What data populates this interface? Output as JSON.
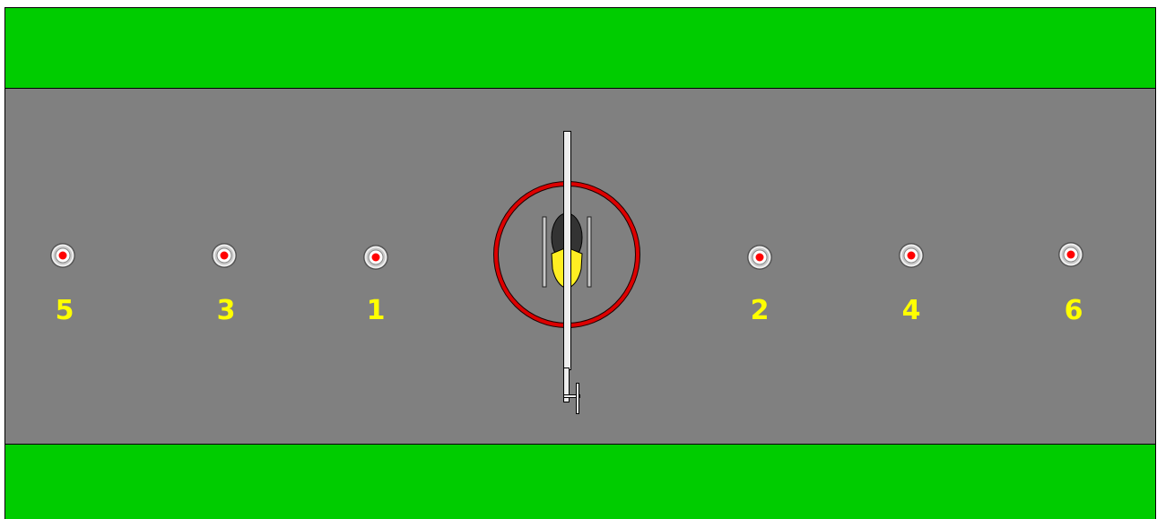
{
  "colors": {
    "grass": "#00cc00",
    "tarmac": "#808080",
    "outline": "#000000",
    "label": "#ffff00",
    "marker_ring": "#d4d4d4",
    "marker_center": "#ff0000",
    "heli_ring": "#dd0000",
    "heli_body": "#ffee22",
    "heli_canopy": "#333333",
    "heli_rotor": "#eeeeee"
  },
  "spots": [
    {
      "number": "5"
    },
    {
      "number": "3"
    },
    {
      "number": "1"
    },
    {
      "number": "2"
    },
    {
      "number": "4"
    },
    {
      "number": "6"
    }
  ],
  "helicopter": {
    "icon": "helicopter-top-view-icon",
    "landing_zone_icon": "landing-circle-icon"
  }
}
